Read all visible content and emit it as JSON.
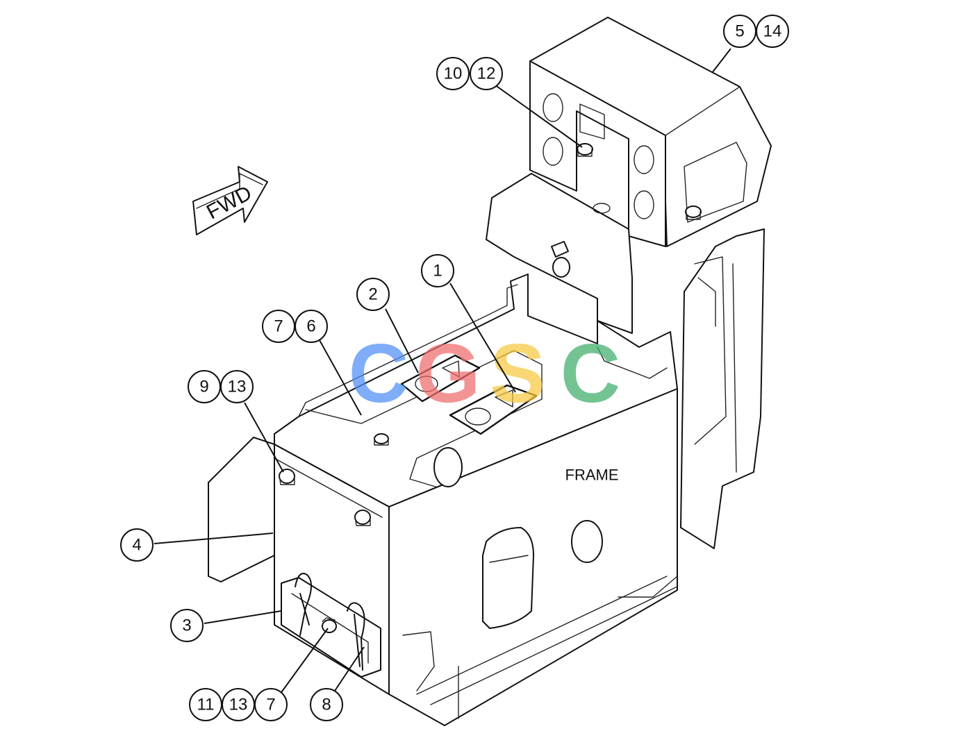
{
  "diagram": {
    "direction_arrow": {
      "label": "FWD"
    },
    "frame_label": "FRAME",
    "watermark": {
      "text": "CGSC",
      "colors": [
        "#4f8ef7",
        "#ef6c6c",
        "#f6c83f",
        "#3fae6a"
      ]
    },
    "callouts": [
      {
        "id": "c1",
        "number": "1"
      },
      {
        "id": "c2",
        "number": "2"
      },
      {
        "id": "c3",
        "number": "3"
      },
      {
        "id": "c4",
        "number": "4"
      },
      {
        "id": "c5",
        "number": "5"
      },
      {
        "id": "c14a",
        "number": "14"
      },
      {
        "id": "c6",
        "number": "6"
      },
      {
        "id": "c7a",
        "number": "7"
      },
      {
        "id": "c9",
        "number": "9"
      },
      {
        "id": "c13a",
        "number": "13"
      },
      {
        "id": "c10",
        "number": "10"
      },
      {
        "id": "c12",
        "number": "12"
      },
      {
        "id": "c11",
        "number": "11"
      },
      {
        "id": "c13b",
        "number": "13"
      },
      {
        "id": "c7b",
        "number": "7"
      },
      {
        "id": "c8",
        "number": "8"
      }
    ]
  }
}
